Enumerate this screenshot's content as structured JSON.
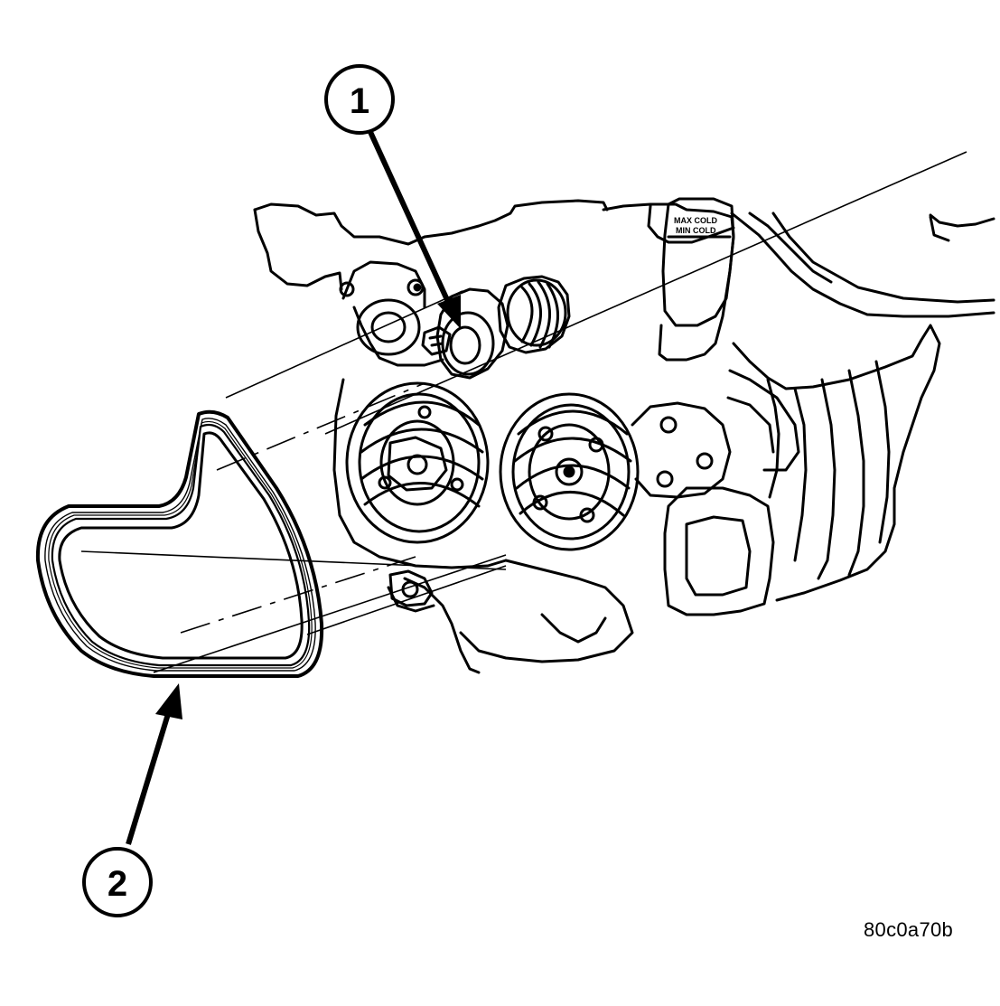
{
  "callouts": [
    {
      "number": "1",
      "target": "belt-tensioner"
    },
    {
      "number": "2",
      "target": "drive-belt"
    }
  ],
  "figure_id": "80c0a70b",
  "oil_filter_label": [
    "MAX COLD",
    "MIN COLD"
  ],
  "colors": {
    "ink": "#000000",
    "paper": "#ffffff"
  }
}
